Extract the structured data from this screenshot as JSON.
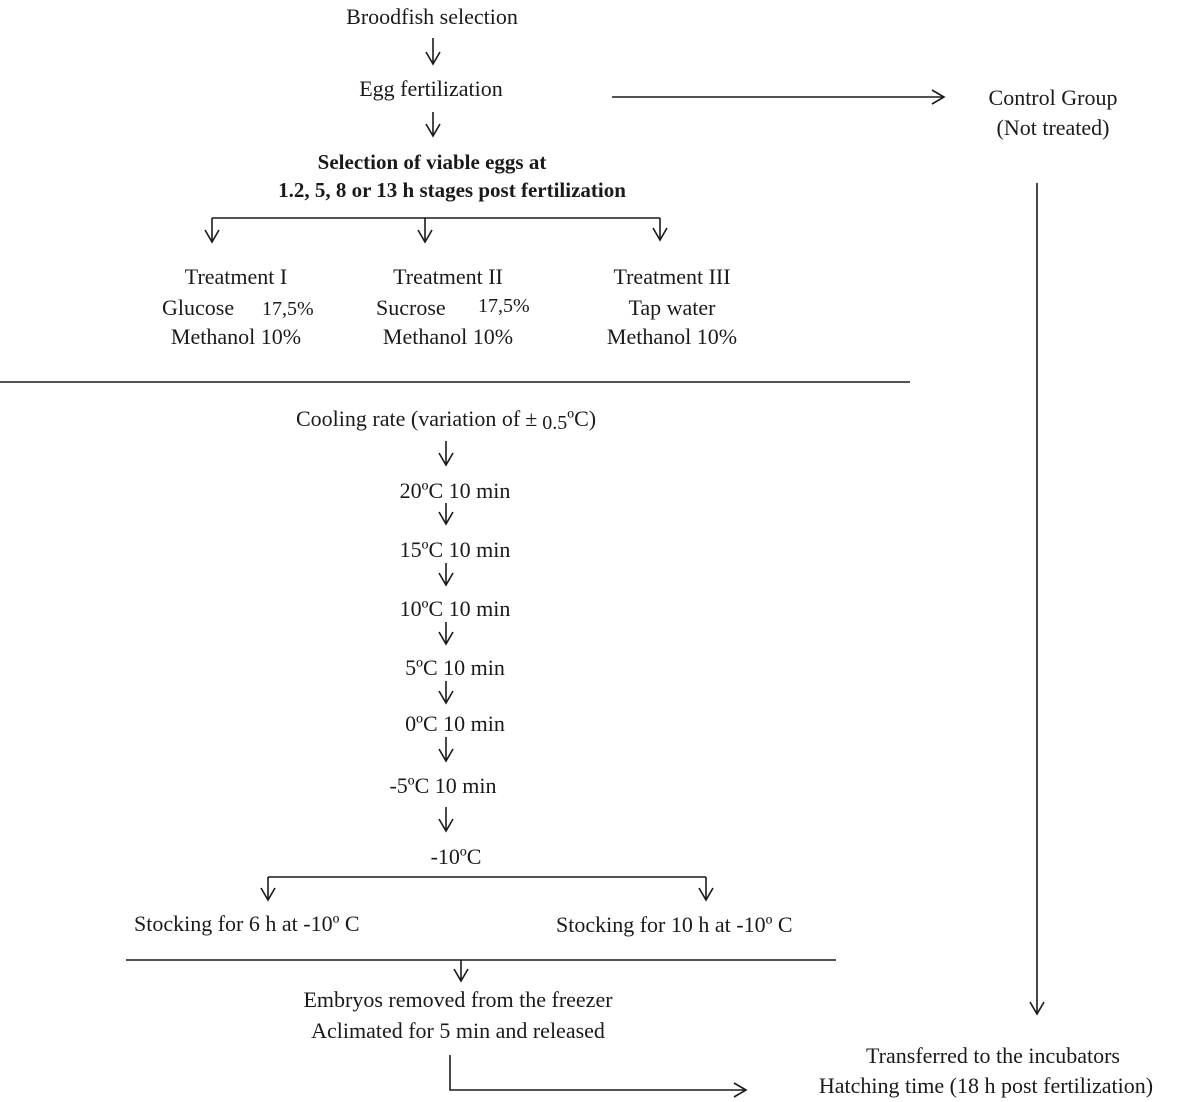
{
  "steps": {
    "broodfish": "Broodfish selection",
    "fertilization": "Egg fertilization",
    "selection_line1": "Selection of viable eggs at",
    "selection_line2": "1.2, 5, 8 or 13 h stages post fertilization"
  },
  "control": {
    "line1": "Control Group",
    "line2": "(Not treated)"
  },
  "treatments": [
    {
      "title": "Treatment I",
      "agent": "Glucose",
      "agent_pct": "17,5%",
      "cpa": "Methanol 10%"
    },
    {
      "title": "Treatment II",
      "agent": "Sucrose",
      "agent_pct": "17,5%",
      "cpa": "Methanol 10%"
    },
    {
      "title": "Treatment III",
      "agent": "Tap water",
      "agent_pct": "",
      "cpa": "Methanol 10%"
    }
  ],
  "cooling": {
    "title_prefix": "Cooling rate (variation of",
    "title_pm": "±",
    "title_value": "0.5",
    "title_suffix": "ºC)",
    "steps": [
      "20ºC 10 min",
      "15ºC 10 min",
      "10ºC 10 min",
      "5ºC 10 min",
      "0ºC 10 min",
      "-5ºC 10 min",
      "-10ºC"
    ]
  },
  "stocking": {
    "left": "Stocking for 6 h at -10º C",
    "right": "Stocking for 10 h at -10º C"
  },
  "removal": {
    "line1": "Embryos removed from the freezer",
    "line2": "Aclimated for 5 min and released"
  },
  "final": {
    "line1": "Transferred  to the incubators",
    "line2": "Hatching time (18 h post fertilization)"
  }
}
